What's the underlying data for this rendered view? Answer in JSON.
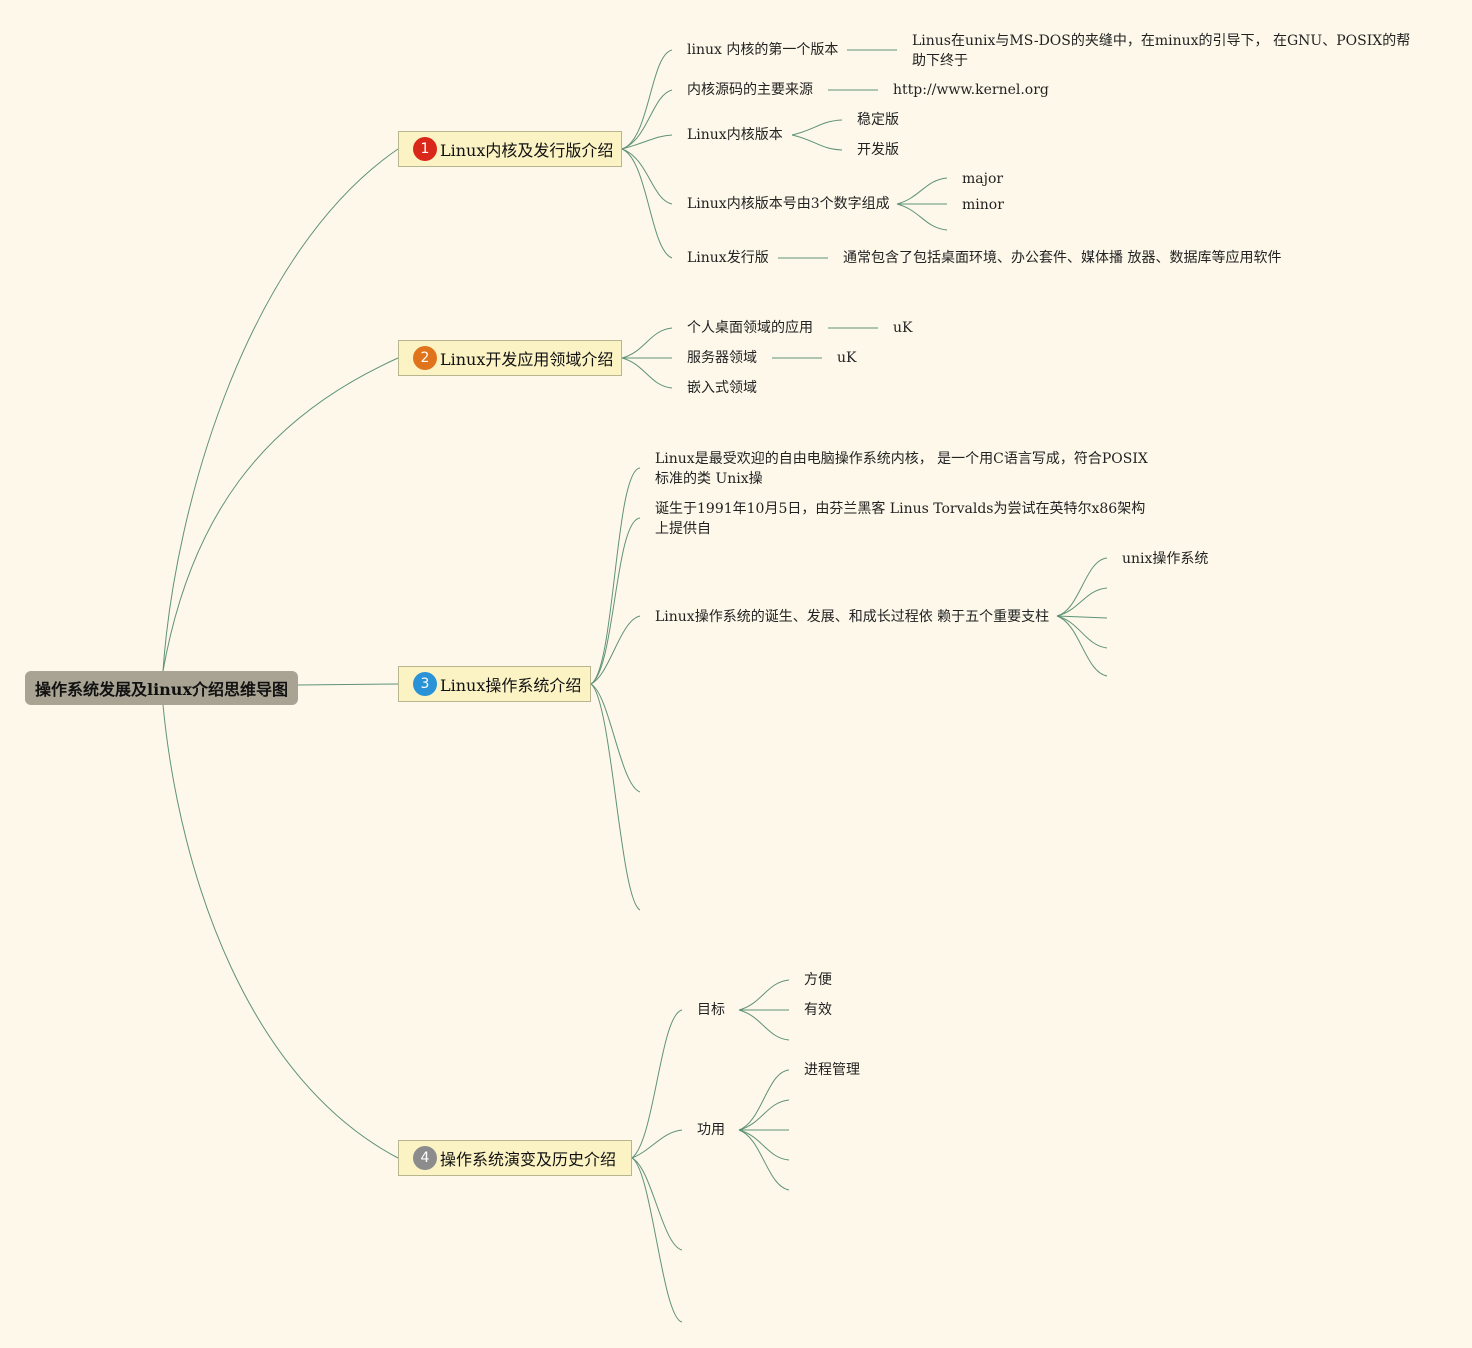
{
  "root": {
    "label": "操作系统发展及linux介绍思维导图"
  },
  "topics": [
    {
      "number": "1",
      "label": "Linux内核及发行版介绍",
      "children": [
        {
          "label": "linux 内核的第一个版本",
          "detail": "Linus在unix与MS-DOS的夹缝中，在minux的引导下， 在GNU、POSIX的帮助下终于"
        },
        {
          "label": "内核源码的主要来源",
          "detail": "http://www.kernel.org"
        },
        {
          "label": "Linux内核版本",
          "sub": [
            "稳定版",
            "开发版"
          ]
        },
        {
          "label": "Linux内核版本号由3个数字组成",
          "sub": [
            "major",
            "minor"
          ]
        },
        {
          "label": "Linux发行版",
          "detail": "通常包含了包括桌面环境、办公套件、媒体播 放器、数据库等应用软件"
        }
      ]
    },
    {
      "number": "2",
      "label": "Linux开发应用领域介绍",
      "children": [
        {
          "label": "个人桌面领域的应用",
          "detail": "uK"
        },
        {
          "label": "服务器领域",
          "detail": "uK"
        },
        {
          "label": "嵌入式领域"
        }
      ]
    },
    {
      "number": "3",
      "label": "Linux操作系统介绍",
      "children": [
        {
          "label": "Linux是最受欢迎的自由电脑操作系统内核， 是一个用C语言写成，符合POSIX标准的类 Unix操"
        },
        {
          "label": "诞生于1991年10月5日，由芬兰黑客 Linus Torvalds为尝试在英特尔x86架构上提供自"
        },
        {
          "label": "Linux操作系统的诞生、发展、和成长过程依 赖于五个重要支柱",
          "sub": [
            "unix操作系统"
          ]
        }
      ]
    },
    {
      "number": "4",
      "label": "操作系统演变及历史介绍",
      "children": [
        {
          "label": "目标",
          "sub": [
            "方便",
            "有效"
          ]
        },
        {
          "label": "功用",
          "sub": [
            "进程管理"
          ]
        }
      ]
    }
  ]
}
